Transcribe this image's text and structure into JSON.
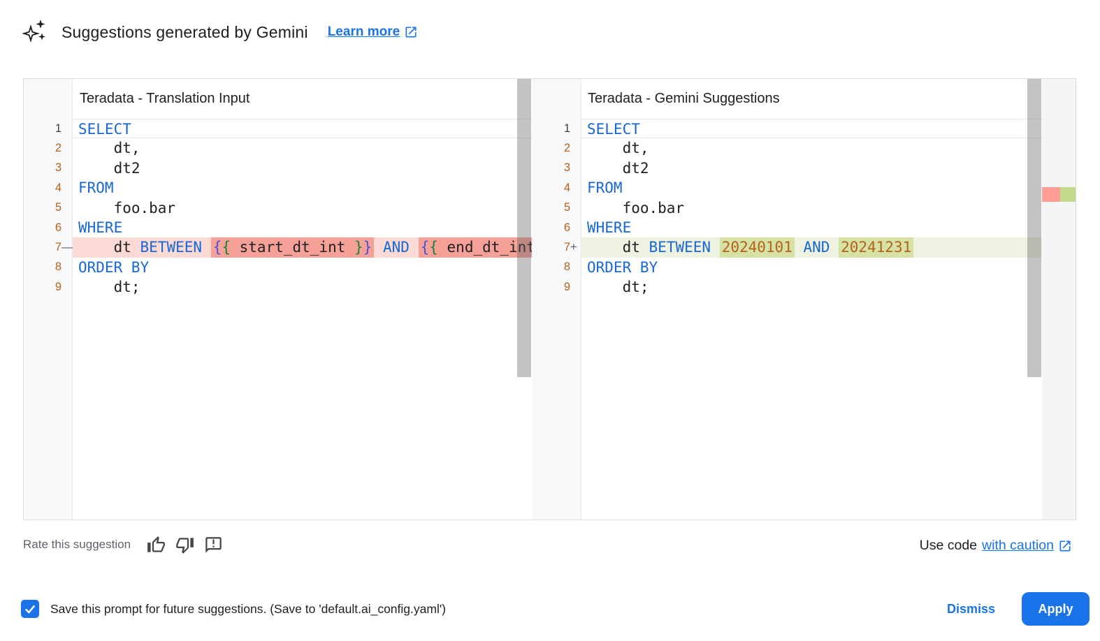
{
  "colors": {
    "accent_blue": "#1a73e8",
    "keyword_blue": "#1967d2",
    "number_orange": "#b5621c",
    "brace_outer_blue": "#4254dd",
    "brace_inner_green": "#188038",
    "deleted_line_bg": "#fbd9d4",
    "deleted_word_bg": "#f6a198",
    "added_line_bg": "#eef2e0",
    "added_word_bg": "#d5e2a3",
    "ruler_deleted_mark": "#ff9e94",
    "ruler_added_mark": "#c3d98c"
  },
  "header": {
    "icon": "gemini-sparkle-icon",
    "title": "Suggestions generated by Gemini",
    "learn_more_label": "Learn more",
    "learn_more_icon": "open-in-new-icon"
  },
  "panels": [
    {
      "title": "Teradata - Translation Input",
      "lines": [
        {
          "n": "1",
          "sign": "",
          "state": "current",
          "segs": [
            {
              "t": "kw",
              "v": "SELECT"
            }
          ]
        },
        {
          "n": "2",
          "sign": "",
          "state": "",
          "segs": [
            {
              "t": "tx",
              "v": "    dt,"
            }
          ]
        },
        {
          "n": "3",
          "sign": "",
          "state": "",
          "segs": [
            {
              "t": "tx",
              "v": "    dt2"
            }
          ]
        },
        {
          "n": "4",
          "sign": "",
          "state": "",
          "segs": [
            {
              "t": "kw",
              "v": "FROM"
            }
          ]
        },
        {
          "n": "5",
          "sign": "",
          "state": "",
          "segs": [
            {
              "t": "tx",
              "v": "    foo.bar"
            }
          ]
        },
        {
          "n": "6",
          "sign": "",
          "state": "",
          "segs": [
            {
              "t": "kw",
              "v": "WHERE"
            }
          ]
        },
        {
          "n": "7",
          "sign": "—",
          "state": "del",
          "segs": [
            {
              "t": "tx",
              "v": "    dt "
            },
            {
              "t": "kw",
              "v": "BETWEEN"
            },
            {
              "t": "tx",
              "v": " "
            },
            {
              "t": "strong",
              "segs": [
                {
                  "t": "b1",
                  "v": "{"
                },
                {
                  "t": "b2",
                  "v": "{"
                },
                {
                  "t": "tx",
                  "v": " start_dt_int "
                },
                {
                  "t": "b2",
                  "v": "}"
                },
                {
                  "t": "b1",
                  "v": "}"
                }
              ]
            },
            {
              "t": "tx",
              "v": " "
            },
            {
              "t": "kw",
              "v": "AND"
            },
            {
              "t": "tx",
              "v": " "
            },
            {
              "t": "strong",
              "segs": [
                {
                  "t": "b1",
                  "v": "{"
                },
                {
                  "t": "b2",
                  "v": "{"
                },
                {
                  "t": "tx",
                  "v": " end_dt_int "
                },
                {
                  "t": "b2",
                  "v": "}"
                },
                {
                  "t": "b1",
                  "v": "}"
                }
              ]
            }
          ]
        },
        {
          "n": "8",
          "sign": "",
          "state": "",
          "segs": [
            {
              "t": "kw",
              "v": "ORDER BY"
            }
          ]
        },
        {
          "n": "9",
          "sign": "",
          "state": "",
          "segs": [
            {
              "t": "tx",
              "v": "    dt;"
            }
          ]
        }
      ]
    },
    {
      "title": "Teradata - Gemini Suggestions",
      "lines": [
        {
          "n": "1",
          "sign": "",
          "state": "current",
          "segs": [
            {
              "t": "kw",
              "v": "SELECT"
            }
          ]
        },
        {
          "n": "2",
          "sign": "",
          "state": "",
          "segs": [
            {
              "t": "tx",
              "v": "    dt,"
            }
          ]
        },
        {
          "n": "3",
          "sign": "",
          "state": "",
          "segs": [
            {
              "t": "tx",
              "v": "    dt2"
            }
          ]
        },
        {
          "n": "4",
          "sign": "",
          "state": "",
          "segs": [
            {
              "t": "kw",
              "v": "FROM"
            }
          ]
        },
        {
          "n": "5",
          "sign": "",
          "state": "",
          "segs": [
            {
              "t": "tx",
              "v": "    foo.bar"
            }
          ]
        },
        {
          "n": "6",
          "sign": "",
          "state": "",
          "segs": [
            {
              "t": "kw",
              "v": "WHERE"
            }
          ]
        },
        {
          "n": "7",
          "sign": "+",
          "state": "add",
          "segs": [
            {
              "t": "tx",
              "v": "    dt "
            },
            {
              "t": "kw",
              "v": "BETWEEN"
            },
            {
              "t": "tx",
              "v": " "
            },
            {
              "t": "strong",
              "segs": [
                {
                  "t": "num",
                  "v": "20240101"
                }
              ]
            },
            {
              "t": "tx",
              "v": " "
            },
            {
              "t": "kw",
              "v": "AND"
            },
            {
              "t": "tx",
              "v": " "
            },
            {
              "t": "strong",
              "segs": [
                {
                  "t": "num",
                  "v": "20241231"
                }
              ]
            }
          ]
        },
        {
          "n": "8",
          "sign": "",
          "state": "",
          "segs": [
            {
              "t": "kw",
              "v": "ORDER BY"
            }
          ]
        },
        {
          "n": "9",
          "sign": "",
          "state": "",
          "segs": [
            {
              "t": "tx",
              "v": "    dt;"
            }
          ]
        }
      ]
    }
  ],
  "rate": {
    "label": "Rate this suggestion",
    "icons": [
      "thumb-up-icon",
      "thumb-down-icon",
      "feedback-icon"
    ]
  },
  "use_code": {
    "prefix": "Use code",
    "link_label": "with caution",
    "icon": "open-in-new-icon"
  },
  "footer": {
    "checkbox_checked": true,
    "checkbox_label": "Save this prompt for future suggestions. (Save to 'default.ai_config.yaml')",
    "dismiss_label": "Dismiss",
    "apply_label": "Apply"
  }
}
